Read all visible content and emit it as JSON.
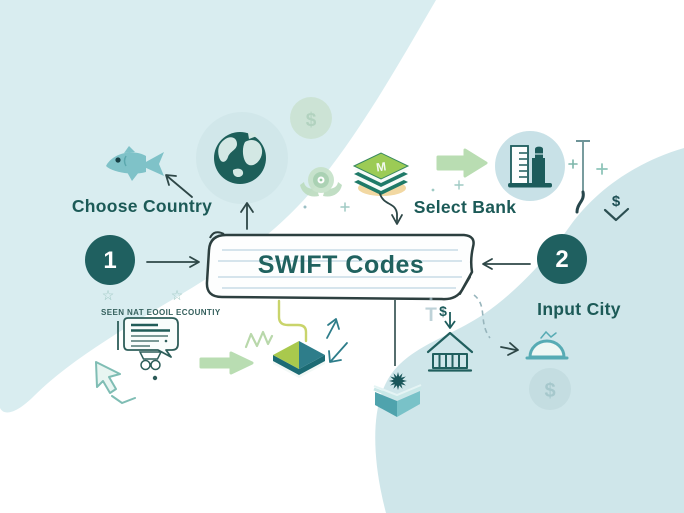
{
  "banner": {
    "title": "SWIFT Codes"
  },
  "steps": [
    {
      "number": "1",
      "label": "Choose Country"
    },
    {
      "number": "2",
      "label": "Input City"
    }
  ],
  "labels": {
    "select_bank": "Select Bank"
  },
  "caption": {
    "text": "SEEN NAT EOOIL ECOUNTIY"
  },
  "glyphs": {
    "dollar": "$",
    "card_letter": "M",
    "letter_t": "T",
    "star": "☆"
  },
  "colors": {
    "background_blue": "#d9edf0",
    "blob_blue": "#cfe6ea",
    "dark_teal": "#1d5f5c",
    "text_teal": "#1c5a57",
    "soft_green_arrow": "#b9ddb2",
    "card_green": "#9ccb55",
    "fish_teal": "#7fc2c8",
    "banner_ink": "#2c3f3f",
    "accent_yellow": "#c9d46b",
    "sand": "#f2d8a2"
  }
}
